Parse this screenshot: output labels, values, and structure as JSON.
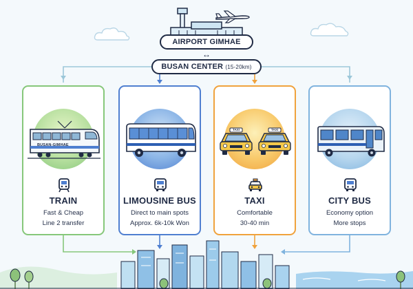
{
  "header": {
    "airport_label": "AIRPORT GIMHAE",
    "arrow_glyph": "↔",
    "center_label": "BUSAN CENTER",
    "center_distance": "(15-20km)"
  },
  "colors": {
    "green": "#86c77a",
    "blue": "#4f7fd0",
    "orange": "#f0a23c",
    "lightblue": "#7fb3de",
    "navy": "#1f2a44"
  },
  "options": [
    {
      "key": "train",
      "title": "TRAIN",
      "line1": "Fast & Cheap",
      "line2": "Line 2 transfer",
      "vehicle_text": "BUSAN-GIMHAE",
      "icon": "train-icon"
    },
    {
      "key": "limousine",
      "title": "LIMOUSINE BUS",
      "line1": "Direct to main spots",
      "line2": "Approx. 6k-10k Won",
      "icon": "bus-icon"
    },
    {
      "key": "taxi",
      "title": "TAXI",
      "line1": "Comfortable",
      "line2": "30-40 min",
      "vehicle_text": "TAXI",
      "icon": "taxi-icon"
    },
    {
      "key": "citybus",
      "title": "CITY BUS",
      "line1": "Economy option",
      "line2": "More stops",
      "icon": "bus-icon"
    }
  ]
}
